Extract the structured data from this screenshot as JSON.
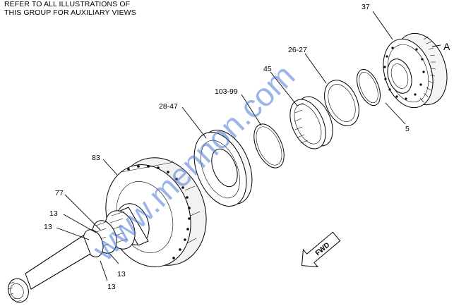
{
  "note": {
    "line1": "REFER TO ALL ILLUSTRATIONS OF",
    "line2": "THIS GROUP FOR AUXILIARY VIEWS"
  },
  "callouts": {
    "c37": "37",
    "cA": "A",
    "c26_27": "26-27",
    "c45": "45",
    "c103_99": "103-99",
    "c28_47": "28-47",
    "c5": "5",
    "c83": "83",
    "c77": "77",
    "c13a": "13",
    "c13b": "13",
    "c13c": "13",
    "c13d": "13"
  },
  "direction_arrow": "FWD",
  "watermark": "www.mennon.com"
}
